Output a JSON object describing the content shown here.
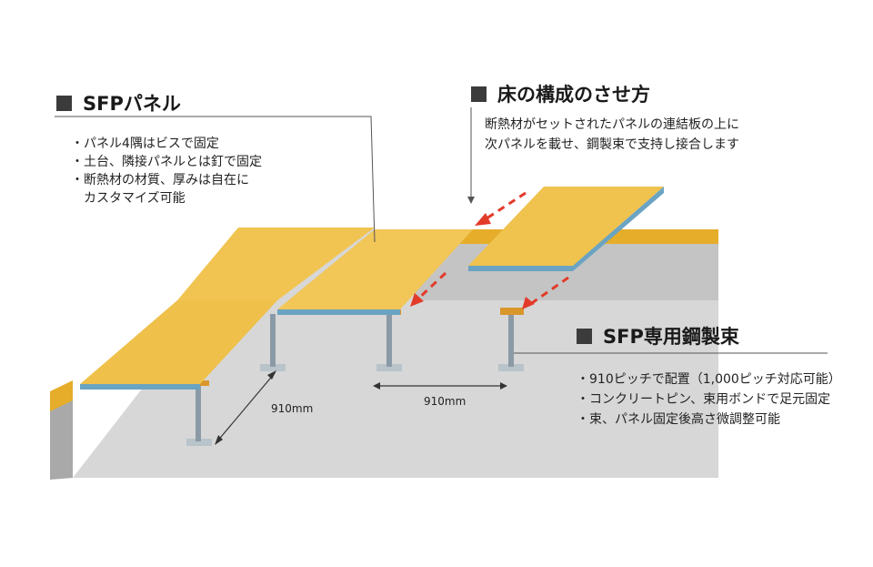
{
  "sfp_panel": {
    "title": "SFPパネル",
    "bullets": [
      "・パネル4隅はビスで固定",
      "・土台、隣接パネルとは釘で固定",
      "・断熱材の材質、厚みは自在に",
      "　カスタマイズ可能"
    ]
  },
  "floor_assembly": {
    "title": "床の構成のさせ方",
    "lines": [
      "断熱材がセットされたパネルの連結板の上に",
      "次パネルを載せ、鋼製束で支持し接合します"
    ]
  },
  "steel_post": {
    "title": "SFP専用鋼製束",
    "bullets": [
      "・910ピッチで配置（1,000ピッチ対応可能）",
      "・コンクリートピン、束用ボンドで足元固定",
      "・束、パネル固定後高さ微調整可能"
    ]
  },
  "dimensions": {
    "left": "910mm",
    "right": "910mm"
  },
  "colors": {
    "panel": "#efc04a",
    "panel_top": "#f2c657",
    "edge_blue": "#6aa4c2",
    "slab": "#c9c9c9",
    "slab_side": "#a8a8a8",
    "sill": "#e6ad2a",
    "arrow": "#e23b2a",
    "post": "#8a9aa6"
  }
}
